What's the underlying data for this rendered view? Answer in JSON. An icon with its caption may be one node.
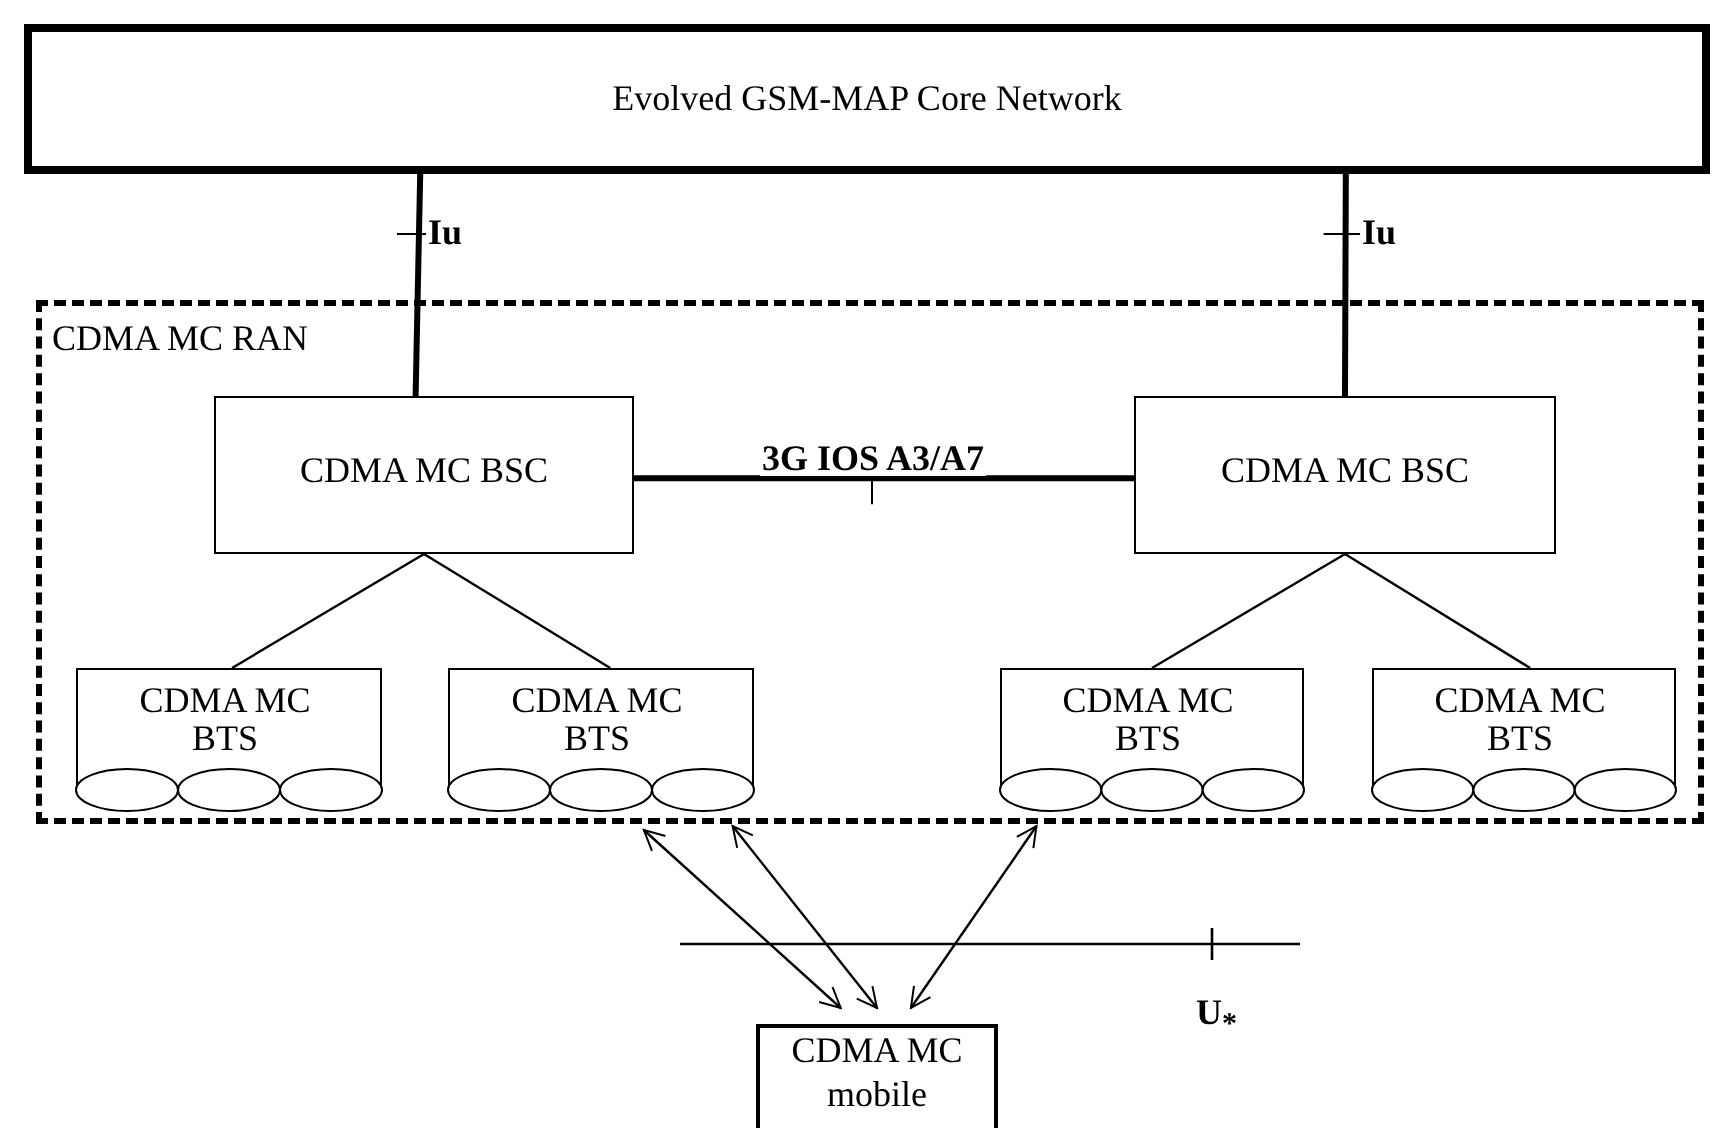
{
  "diagram": {
    "nodes": [
      {
        "text": [
          "Evolved GSM-MAP Core Network"
        ]
      },
      {
        "text": [
          "CDMA MC RAN"
        ]
      },
      {
        "text": [
          "CDMA MC BSC"
        ],
        "in": 1
      },
      {
        "text": [
          "CDMA MC BSC"
        ],
        "in": 1
      },
      {
        "text": [
          "CDMA MC BTS"
        ],
        "in": 1
      },
      {
        "text": [
          "CDMA MC BTS"
        ],
        "in": 1
      },
      {
        "text": [
          "CDMA MC BTS"
        ],
        "in": 1
      },
      {
        "text": [
          "CDMA MC BTS"
        ],
        "in": 1
      },
      {
        "text": [
          "CDMA MC mobile"
        ]
      }
    ],
    "edges": [
      {
        "from": 0,
        "to": 2,
        "arrow": "none",
        "label": "Iu",
        "style": "thick"
      },
      {
        "from": 0,
        "to": 3,
        "arrow": "none",
        "label": "Iu",
        "style": "thick"
      },
      {
        "from": 2,
        "to": 3,
        "arrow": "none",
        "label": "3G IOS A3/A7",
        "style": "thick"
      },
      {
        "from": 2,
        "to": 4,
        "arrow": "none"
      },
      {
        "from": 2,
        "to": 5,
        "arrow": "none"
      },
      {
        "from": 3,
        "to": 6,
        "arrow": "none"
      },
      {
        "from": 3,
        "to": 7,
        "arrow": "none"
      },
      {
        "from": 5,
        "to": 8,
        "arrow": "both"
      },
      {
        "from": 5,
        "to": 8,
        "arrow": "both"
      },
      {
        "from": 6,
        "to": 8,
        "arrow": "both"
      }
    ],
    "labels": [
      "U$_{*}$"
    ]
  }
}
